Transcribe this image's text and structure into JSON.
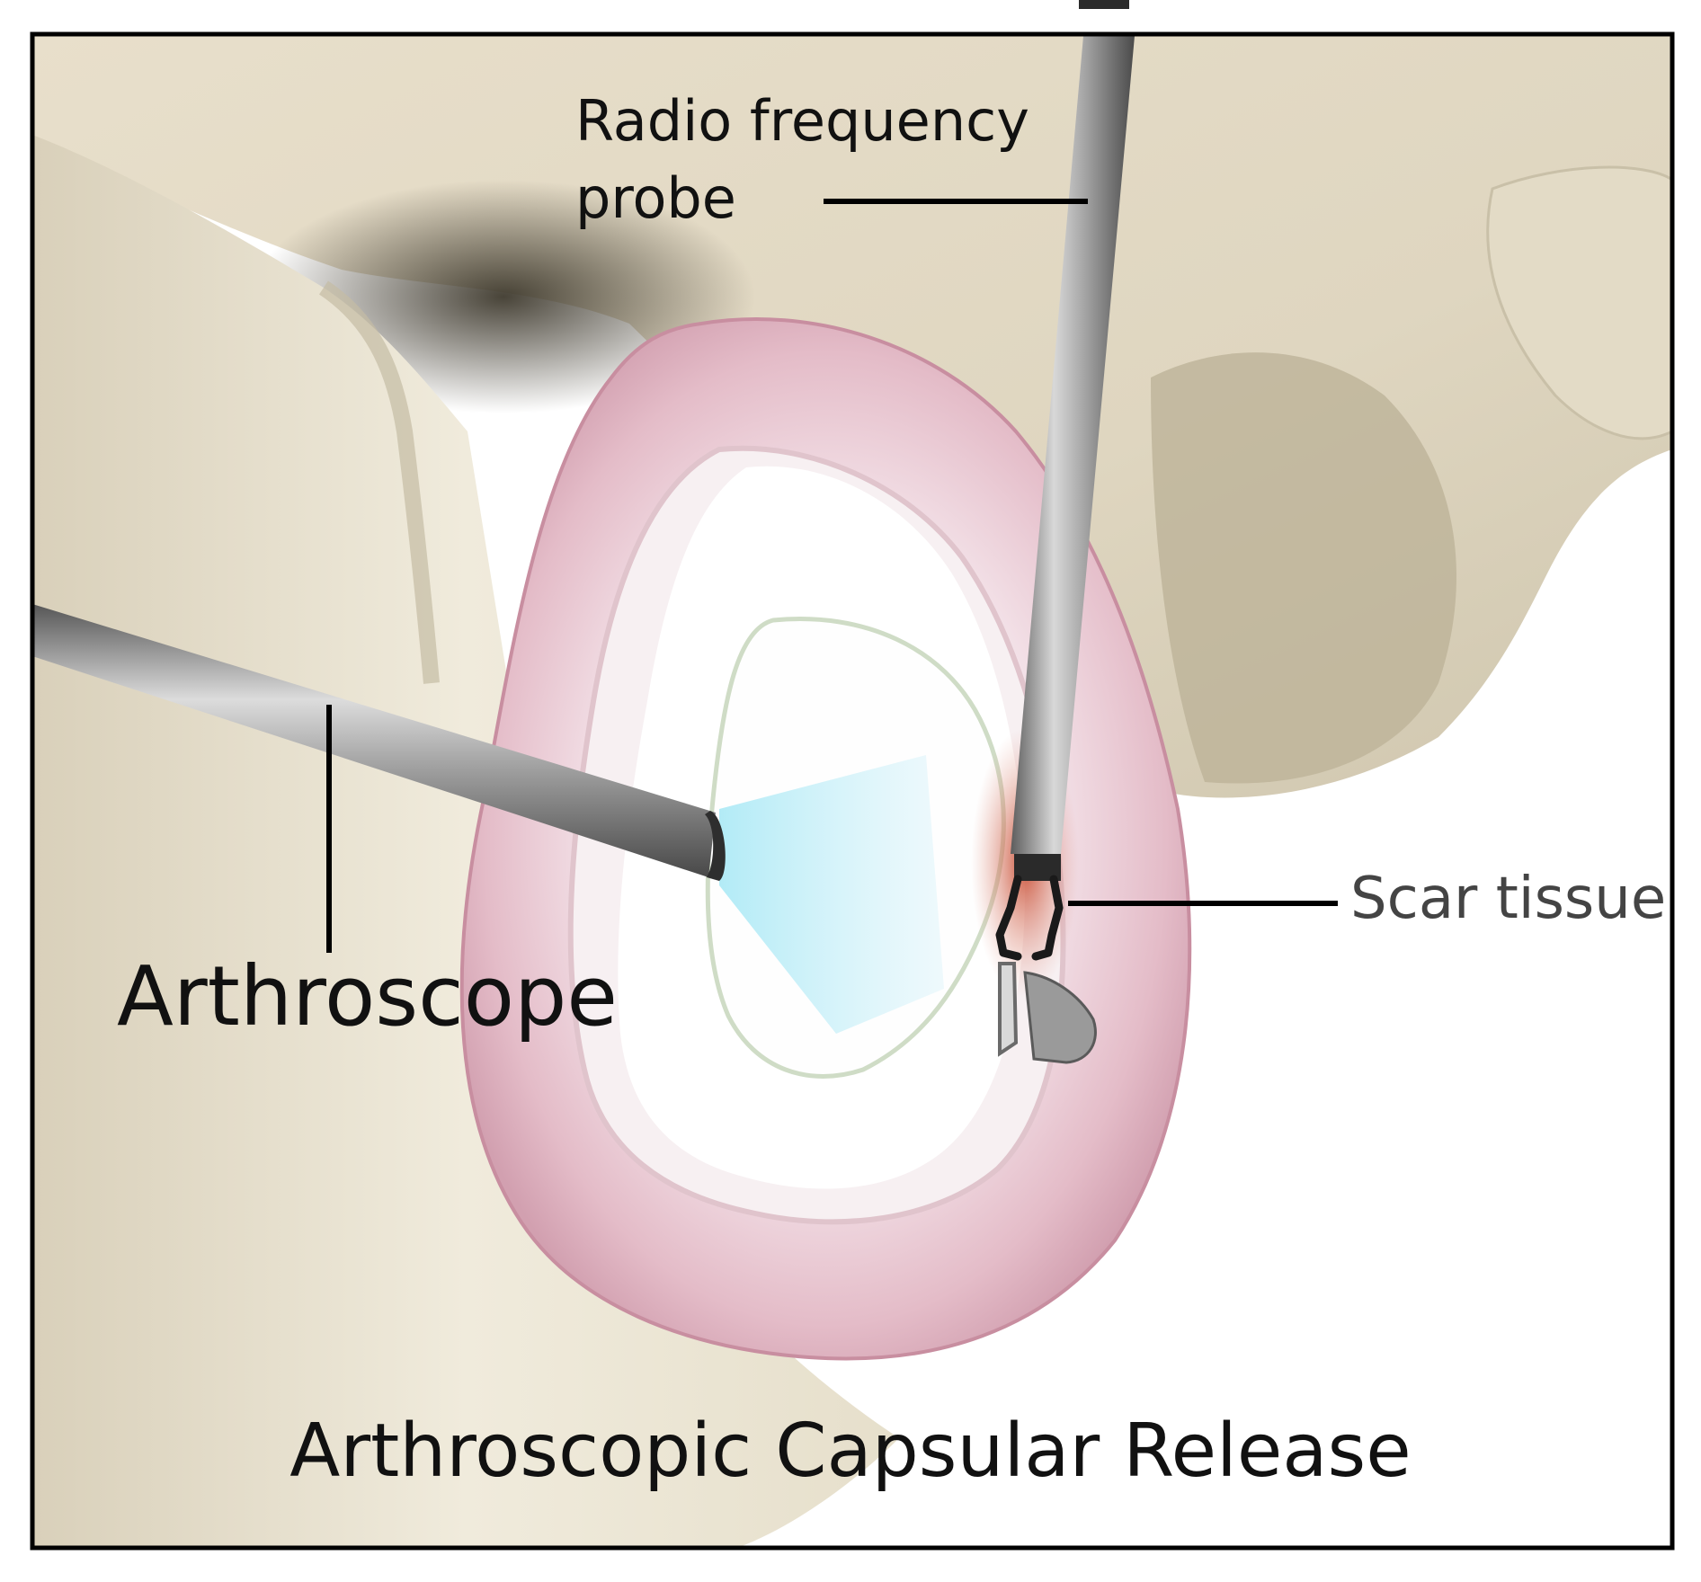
{
  "labels": {
    "probe": "Radio frequency\nprobe",
    "scar": "Scar tissue",
    "scope": "Arthroscope"
  },
  "title": "Arthroscopic Capsular Release",
  "colors": {
    "bone": "#ece5d4",
    "bone_shadow": "#5d584a",
    "capsule": "#e6c3cd",
    "capsule_edge": "#c898a6",
    "cartilage": "#ffffff",
    "scar": "#cf6045",
    "metal": "#9c9c9c",
    "light": "#bfeef7",
    "frame": "#000000"
  }
}
